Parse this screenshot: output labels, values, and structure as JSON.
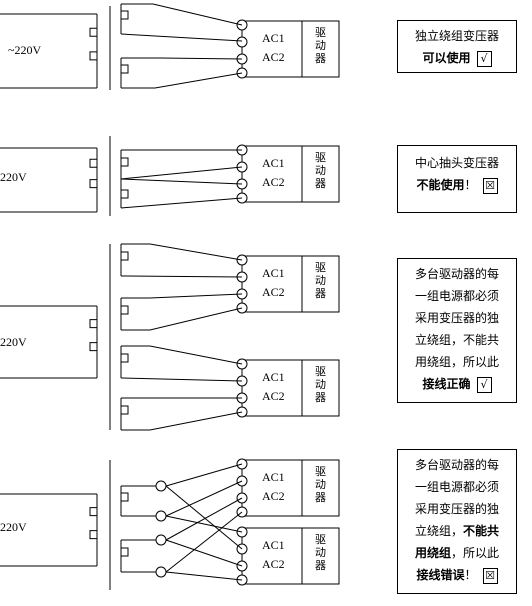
{
  "voltage_label": "~220V",
  "driver_ports": [
    "AC1",
    "AC2"
  ],
  "driver_label_chars": [
    "驱",
    "动",
    "器"
  ],
  "notes": {
    "note1": {
      "line1": "独立绕组变压器",
      "line2": "可以使用",
      "mark": "√"
    },
    "note2": {
      "line1": "中心抽头变压器",
      "line2": "不能使用",
      "line2_tail": "！",
      "mark": "☒"
    },
    "note3": {
      "lines": [
        "多台驱动器的每",
        "一组电源都必须",
        "采用变压器的独",
        "立绕组，不能共",
        "用绕组，所以此"
      ],
      "last_bold": "接线正确",
      "mark": "√"
    },
    "note4": {
      "lines": [
        "多台驱动器的每",
        "一组电源都必须",
        "采用变压器的独"
      ],
      "line4_plain": "立绕组，",
      "line4_bold": "不能共",
      "line5_bold": "用绕组",
      "line5_plain": "，所以此",
      "last_bold": "接线错误",
      "last_tail": "！",
      "mark": "☒"
    }
  }
}
